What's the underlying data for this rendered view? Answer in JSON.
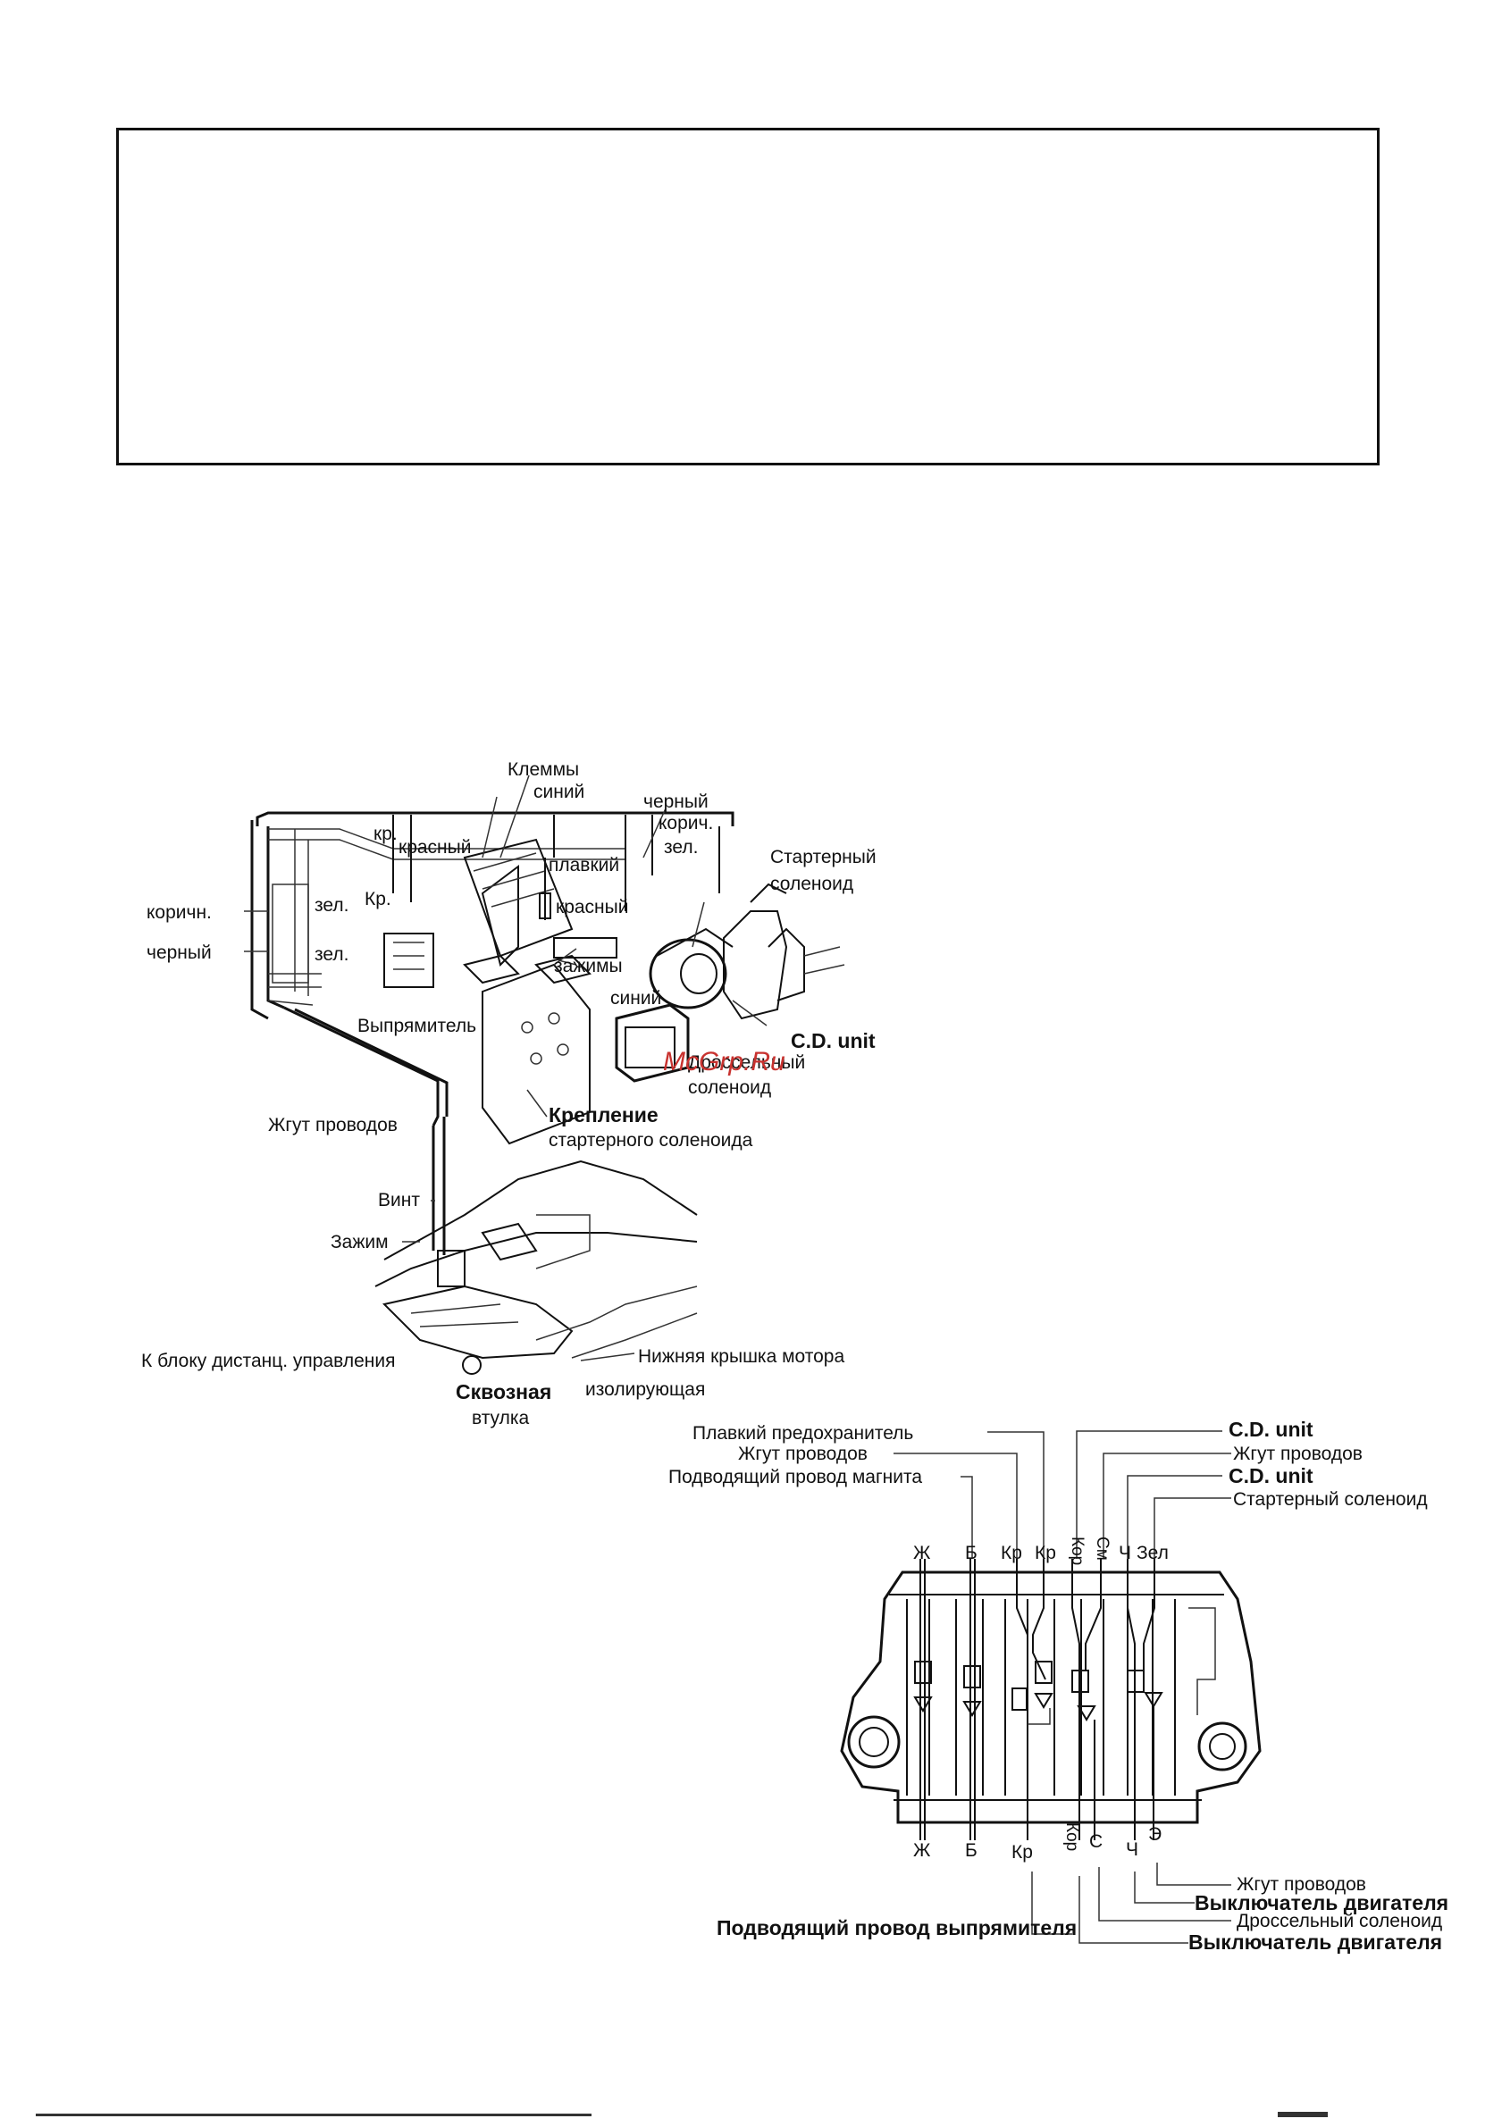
{
  "top_diagram": {
    "labels": {
      "klemmy": "Клеммы",
      "siniy_top": "синий",
      "chernyy_top": "черный",
      "korich_top": "корич.",
      "zel_top": "зел.",
      "krasnyy_top": "красный",
      "kr_top": "кр.",
      "kr2": "Кр.",
      "plavkiy": "плавкий",
      "krasnyy_mid": "красный",
      "zazhimy": "зажимы",
      "siniy_mid": "синий",
      "starter_solenoid": "Стартерный соленоид",
      "cd_unit": "C.D. unit",
      "drossel_solenoid": "Дроссельный соленоид",
      "korichn_left": "коричн.",
      "chernyy_left": "черный",
      "zel_left1": "зел.",
      "zel_left2": "зел.",
      "vypryamitel": "Выпрямитель",
      "zhgut": "Жгут проводов",
      "kreplenie": "Крепление",
      "kreplenie_sub": "стартерного соленоида",
      "vint": "Винт",
      "zazhim": "Зажим",
      "k_bloku": "К блоку дистанц. управления",
      "nizhnyaya": "Нижняя крышка мотора",
      "skvoznaya": "Сквозная",
      "skvoznaya_sub": "втулка",
      "izoliruyuschaya": "изолирующая"
    }
  },
  "bottom_diagram": {
    "top_callouts": {
      "plavkiy_predohranitel": "Плавкий предохранитель",
      "zhgut_provodov": "Жгут проводов",
      "podvodyaschiy_magnita": "Подводящий провод магнита",
      "cd_unit_1": "C.D. unit",
      "zhgut_provodov_r": "Жгут проводов",
      "cd_unit_2": "C.D. unit",
      "starter_solenoid": "Стартерный соленоид"
    },
    "top_codes": {
      "zh": "Ж",
      "b": "Б",
      "kr1": "Кр",
      "kr2": "Кр",
      "kor_v": "Кор",
      "sm_v": "См",
      "ch": "Ч",
      "zel": "Зел"
    },
    "bottom_codes": {
      "zh": "Ж",
      "b": "Б",
      "kr": "Кр",
      "kor_v": "Кор",
      "s": "С",
      "ch": "Ч",
      "e": "Э"
    },
    "bottom_callouts": {
      "zhgut_provodov": "Жгут проводов",
      "vyklyuchatel_1": "Выключатель двигателя",
      "drossel": "Дроссельный соленоид",
      "vyklyuchatel_2": "Выключатель двигателя",
      "podvodyaschiy_vypryamitelya": "Подводящий провод выпрямителя"
    }
  },
  "watermark": "McGrp.Ru"
}
